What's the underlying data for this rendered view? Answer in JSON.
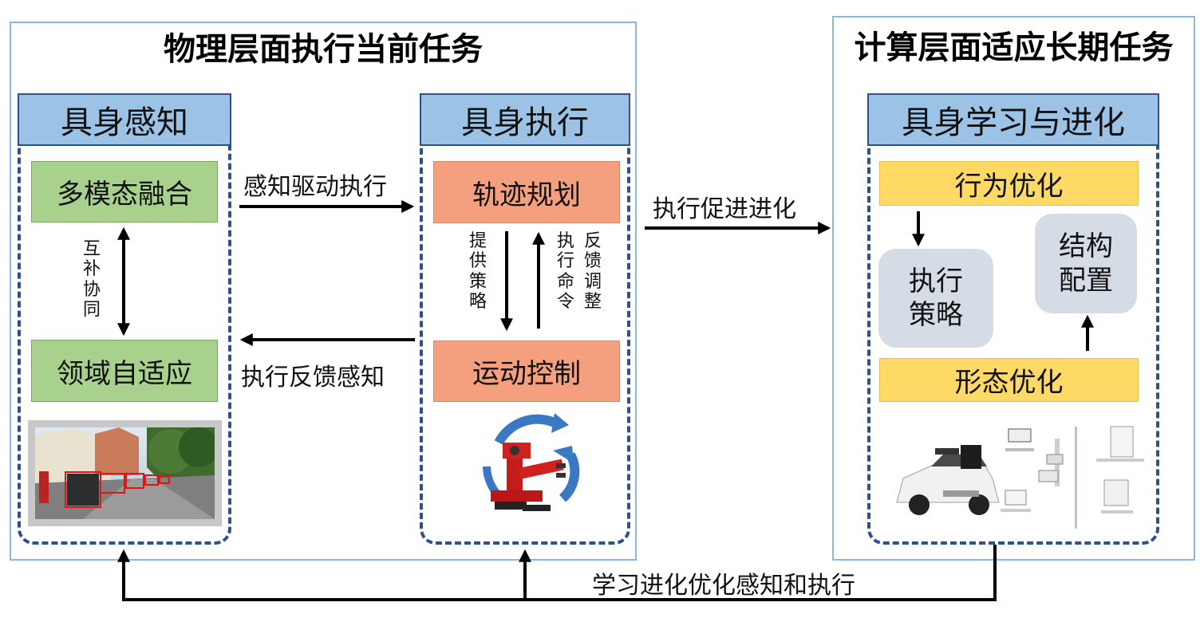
{
  "physical": {
    "title": "物理层面执行当前任务",
    "perception": {
      "header": "具身感知",
      "fusion": "多模态融合",
      "relation": "互补协同",
      "adaptation": "领域自适应"
    },
    "execution": {
      "header": "具身执行",
      "trajectory": "轨迹规划",
      "provide": "提供策略",
      "command": "执行命令",
      "feedback_adjust": "反馈调整",
      "motion": "运动控制"
    },
    "edge_forward": "感知驱动执行",
    "edge_backward": "执行反馈感知"
  },
  "computational": {
    "title": "计算层面适应长期任务",
    "learning": {
      "header": "具身学习与进化",
      "behavior": "行为优化",
      "strategy": "执行策略",
      "structure": "结构配置",
      "morphology": "形态优化"
    }
  },
  "edge_evolve": "执行促进进化",
  "edge_bottom": "学习进化优化感知和执行",
  "images": {
    "perception": "street-scene-bounding-boxes",
    "execution": "robot-arm",
    "learning": "autonomous-car-sensors"
  }
}
